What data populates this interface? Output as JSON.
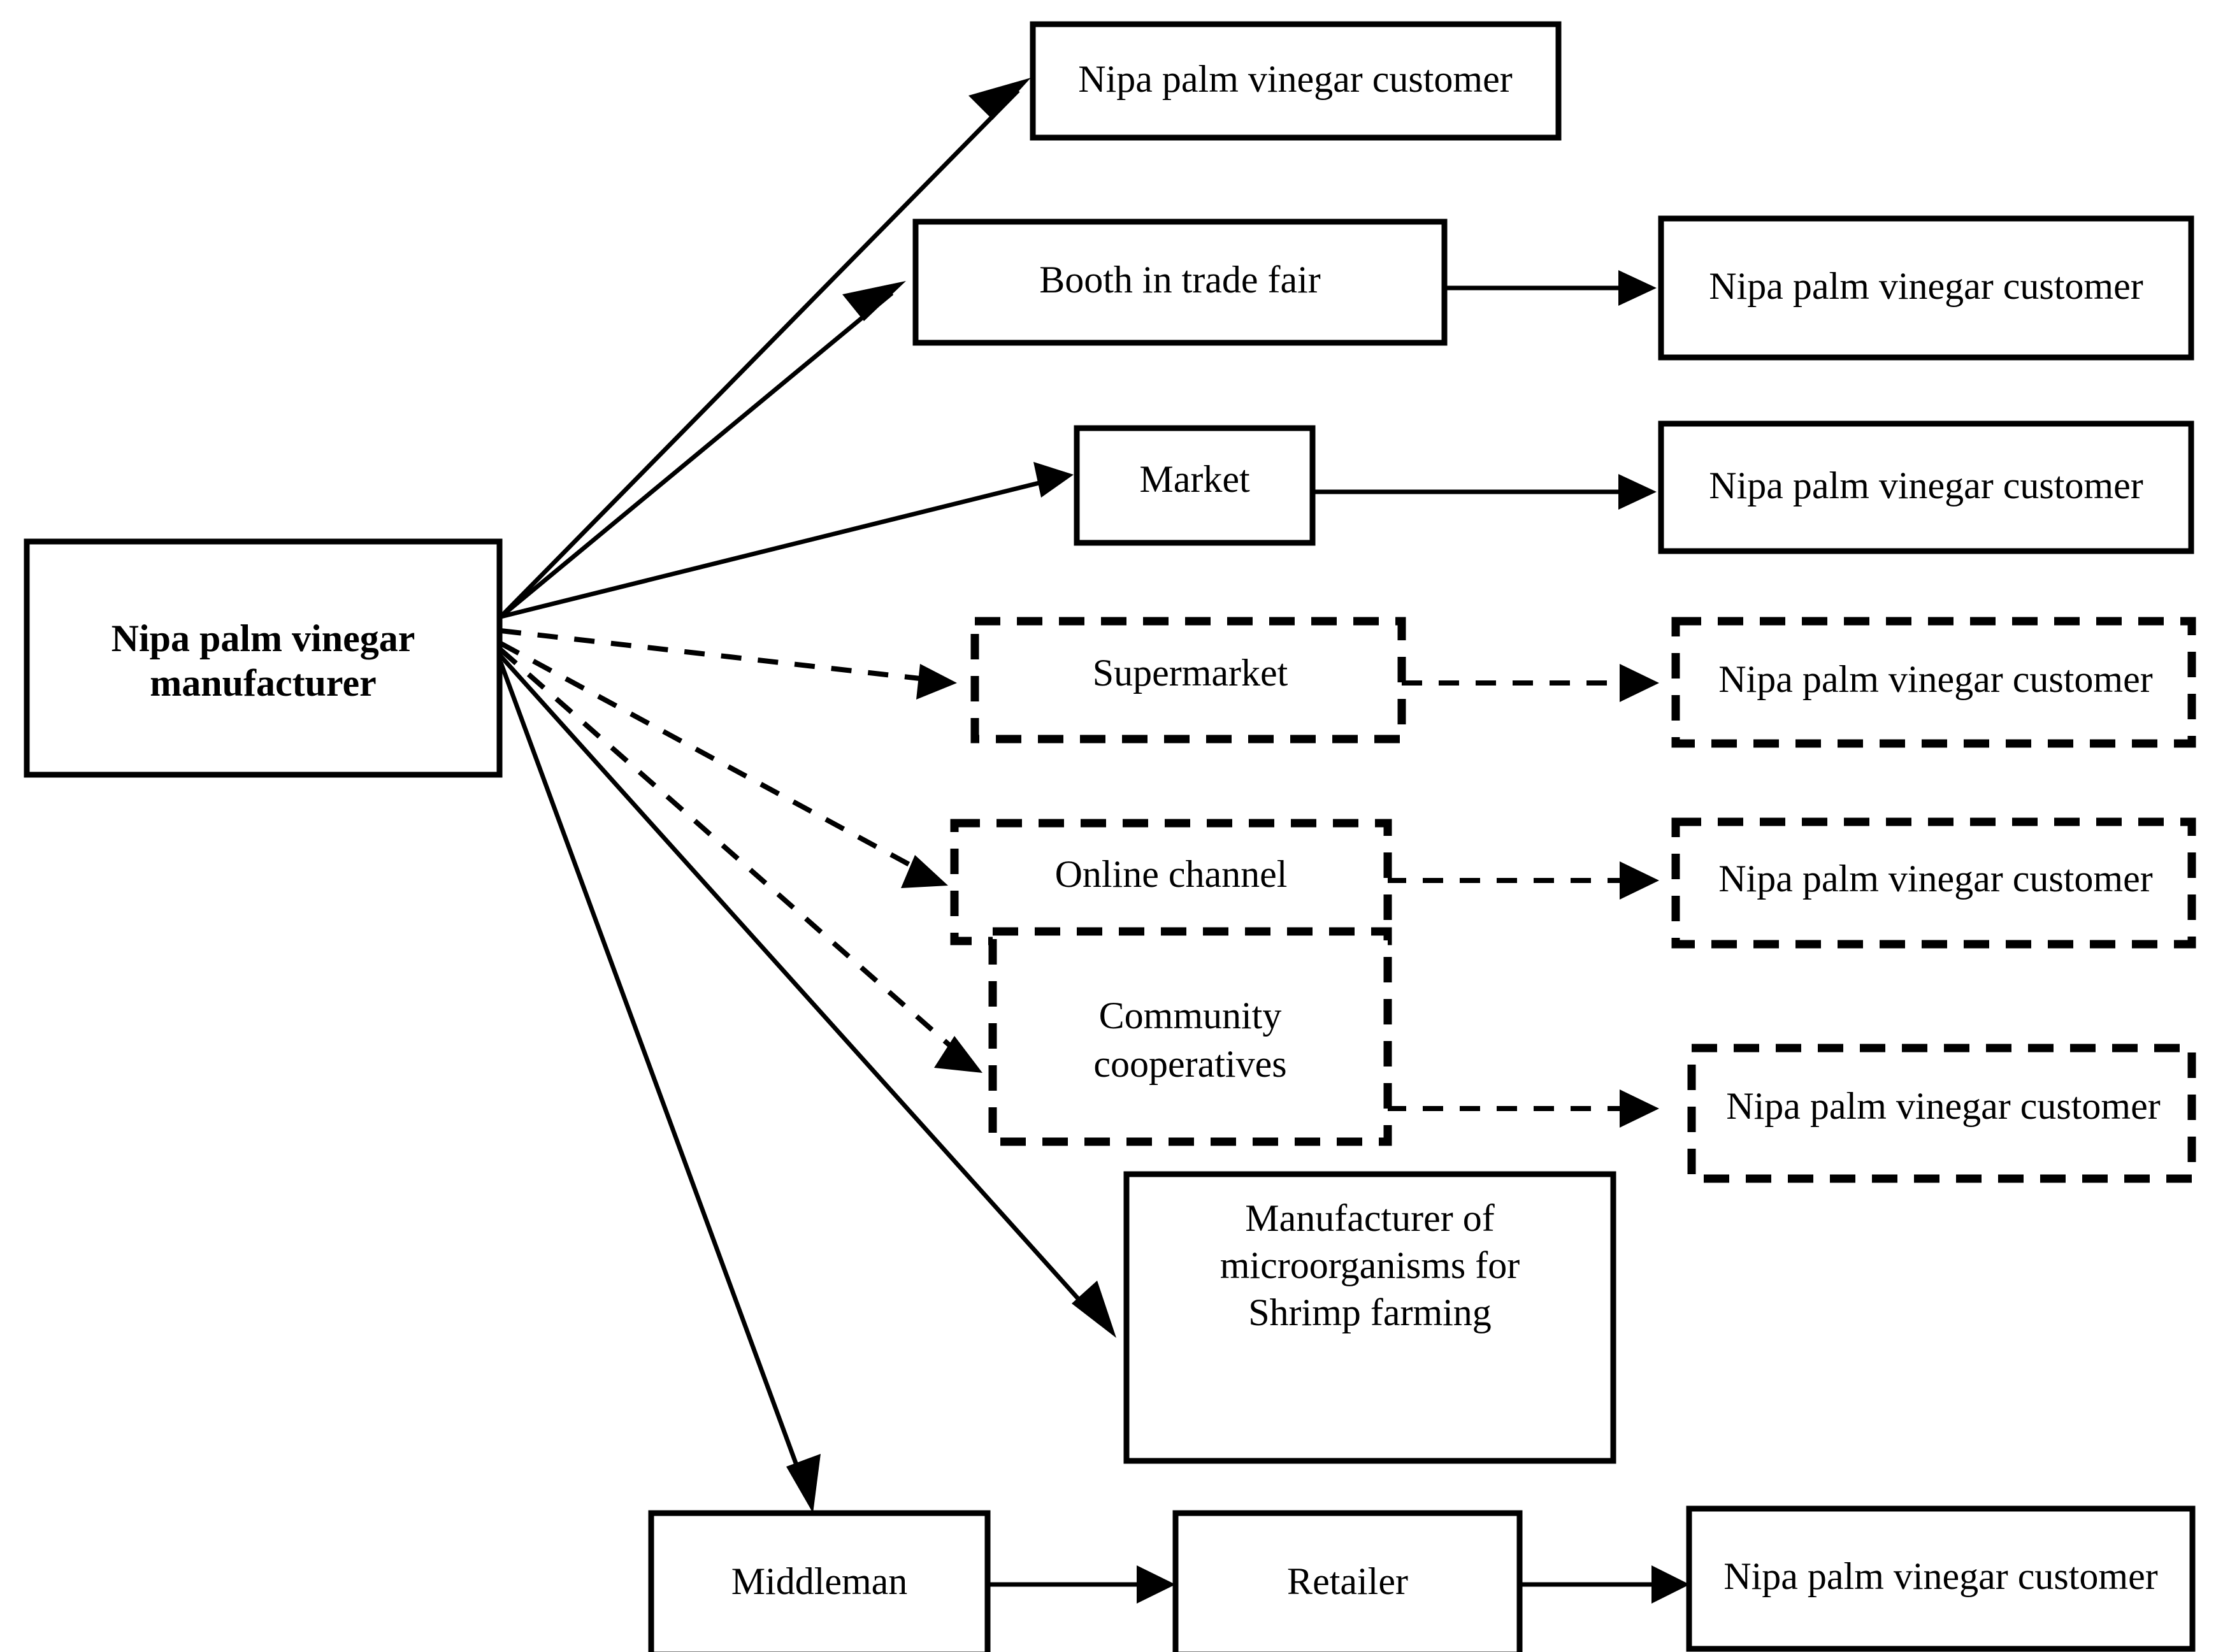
{
  "diagram": {
    "title": "Nipa palm vinegar distribution channels flowchart",
    "style": {
      "line_color": "#000000",
      "box_fill": "#ffffff",
      "solid_stroke": "solid",
      "dashed_stroke": "dashed"
    },
    "nodes": [
      {
        "id": "manufacturer",
        "label_line1": "Nipa palm vinegar",
        "label_line2": "manufacturer",
        "border": "solid",
        "emphasis": "bold"
      },
      {
        "id": "customer-direct",
        "label_line1": "Nipa palm vinegar customer",
        "border": "solid",
        "emphasis": "normal"
      },
      {
        "id": "booth-trade-fair",
        "label_line1": "Booth in trade fair",
        "border": "solid",
        "emphasis": "normal"
      },
      {
        "id": "customer-booth",
        "label_line1": "Nipa palm vinegar customer",
        "border": "solid",
        "emphasis": "normal"
      },
      {
        "id": "market",
        "label_line1": "Market",
        "border": "solid",
        "emphasis": "normal"
      },
      {
        "id": "customer-market",
        "label_line1": "Nipa palm vinegar customer",
        "border": "solid",
        "emphasis": "normal"
      },
      {
        "id": "supermarket",
        "label_line1": "Supermarket",
        "border": "dashed",
        "emphasis": "normal"
      },
      {
        "id": "customer-supermarket",
        "label_line1": "Nipa palm vinegar customer",
        "border": "dashed",
        "emphasis": "normal"
      },
      {
        "id": "online-channel",
        "label_line1": "Online channel",
        "border": "dashed",
        "emphasis": "normal"
      },
      {
        "id": "customer-online",
        "label_line1": "Nipa palm vinegar customer",
        "border": "dashed",
        "emphasis": "normal"
      },
      {
        "id": "community-cooperatives",
        "label_line1": "Community",
        "label_line2": "cooperatives",
        "border": "dashed",
        "emphasis": "normal"
      },
      {
        "id": "customer-cooperatives",
        "label_line1": "Nipa palm vinegar customer",
        "border": "dashed",
        "emphasis": "normal"
      },
      {
        "id": "shrimp-microorganism-manufacturer",
        "label_line1": "Manufacturer of",
        "label_line2": "microorganisms for",
        "label_line3": "Shrimp farming",
        "border": "solid",
        "emphasis": "normal"
      },
      {
        "id": "middleman",
        "label_line1": "Middleman",
        "border": "solid",
        "emphasis": "normal"
      },
      {
        "id": "retailer",
        "label_line1": "Retailer",
        "border": "solid",
        "emphasis": "normal"
      },
      {
        "id": "customer-retailer",
        "label_line1": "Nipa palm vinegar customer",
        "border": "solid",
        "emphasis": "normal"
      }
    ],
    "edges": [
      {
        "from": "manufacturer",
        "to": "customer-direct",
        "style": "solid"
      },
      {
        "from": "manufacturer",
        "to": "booth-trade-fair",
        "style": "solid"
      },
      {
        "from": "booth-trade-fair",
        "to": "customer-booth",
        "style": "solid"
      },
      {
        "from": "manufacturer",
        "to": "market",
        "style": "solid"
      },
      {
        "from": "market",
        "to": "customer-market",
        "style": "solid"
      },
      {
        "from": "manufacturer",
        "to": "supermarket",
        "style": "dashed"
      },
      {
        "from": "supermarket",
        "to": "customer-supermarket",
        "style": "dashed"
      },
      {
        "from": "manufacturer",
        "to": "online-channel",
        "style": "dashed"
      },
      {
        "from": "online-channel",
        "to": "customer-online",
        "style": "dashed"
      },
      {
        "from": "manufacturer",
        "to": "community-cooperatives",
        "style": "dashed"
      },
      {
        "from": "community-cooperatives",
        "to": "customer-cooperatives",
        "style": "dashed"
      },
      {
        "from": "manufacturer",
        "to": "shrimp-microorganism-manufacturer",
        "style": "solid"
      },
      {
        "from": "manufacturer",
        "to": "middleman",
        "style": "solid"
      },
      {
        "from": "middleman",
        "to": "retailer",
        "style": "solid"
      },
      {
        "from": "retailer",
        "to": "customer-retailer",
        "style": "solid"
      }
    ]
  }
}
